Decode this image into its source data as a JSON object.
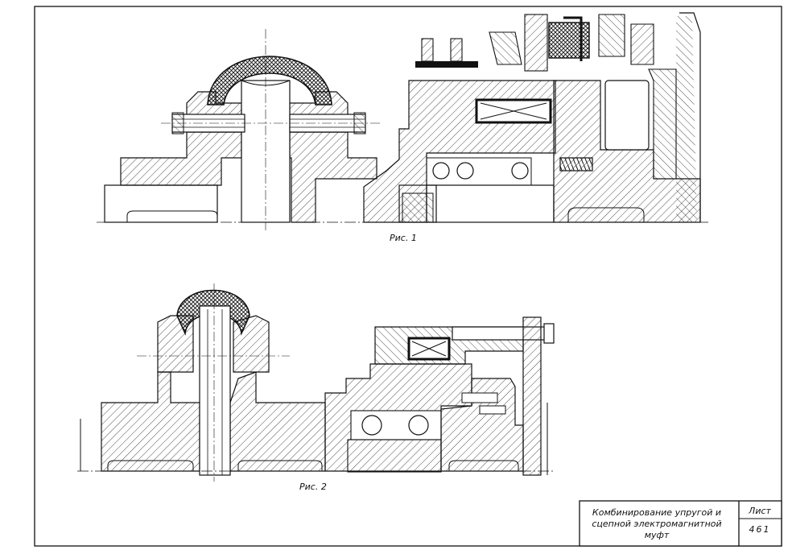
{
  "figures": [
    {
      "caption": "Рис. 1"
    },
    {
      "caption": "Рис. 2"
    }
  ],
  "title_block": {
    "title_lines": [
      "Комбинирование упругой и",
      "сцепной электромагнитной",
      "муфт"
    ],
    "sheet_label": "Лист",
    "sheet_number": "461"
  }
}
